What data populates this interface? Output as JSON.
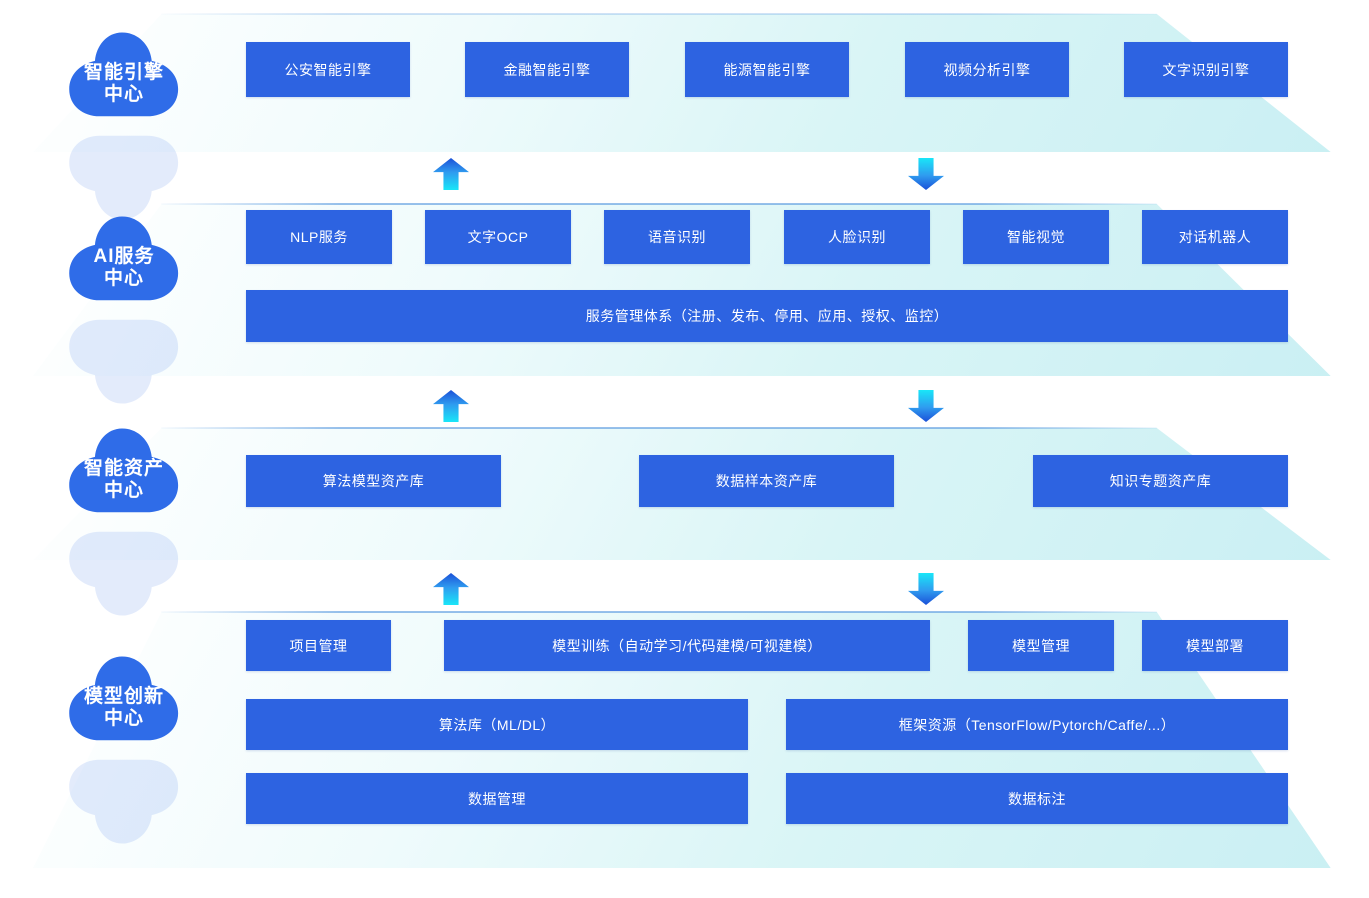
{
  "diagram_title": "AI platform layered architecture",
  "colors": {
    "box_blue": "#2d63e1",
    "cloud_blue": "#2f6ce8",
    "platform_cyan": "#c9eff3",
    "arrow_cyan": "#19e6f8",
    "arrow_blue": "#1b50d8",
    "text_white": "#ffffff"
  },
  "icons": {
    "cloud": "cloud-icon",
    "up": "up-arrow-icon",
    "down": "down-arrow-icon"
  },
  "layers": [
    {
      "name": "智能引擎中心",
      "cloud_line1": "智能引擎",
      "cloud_line2": "中心",
      "boxes": [
        "公安智能引擎",
        "金融智能引擎",
        "能源智能引擎",
        "视频分析引擎",
        "文字识别引擎"
      ]
    },
    {
      "name": "AI服务中心",
      "cloud_line1": "AI服务",
      "cloud_line2": "中心",
      "boxes": [
        "NLP服务",
        "文字OCP",
        "语音识别",
        "人脸识别",
        "智能视觉",
        "对话机器人"
      ],
      "wide_box": "服务管理体系（注册、发布、停用、应用、授权、监控）"
    },
    {
      "name": "智能资产中心",
      "cloud_line1": "智能资产",
      "cloud_line2": "中心",
      "boxes": [
        "算法模型资产库",
        "数据样本资产库",
        "知识专题资产库"
      ]
    },
    {
      "name": "模型创新中心",
      "cloud_line1": "模型创新",
      "cloud_line2": "中心",
      "row1": [
        "项目管理",
        "模型训练（自动学习/代码建模/可视建模）",
        "模型管理",
        "模型部署"
      ],
      "row2": [
        "算法库（ML/DL）",
        "框架资源（TensorFlow/Pytorch/Caffe/...）"
      ],
      "row3": [
        "数据管理",
        "数据标注"
      ]
    }
  ]
}
